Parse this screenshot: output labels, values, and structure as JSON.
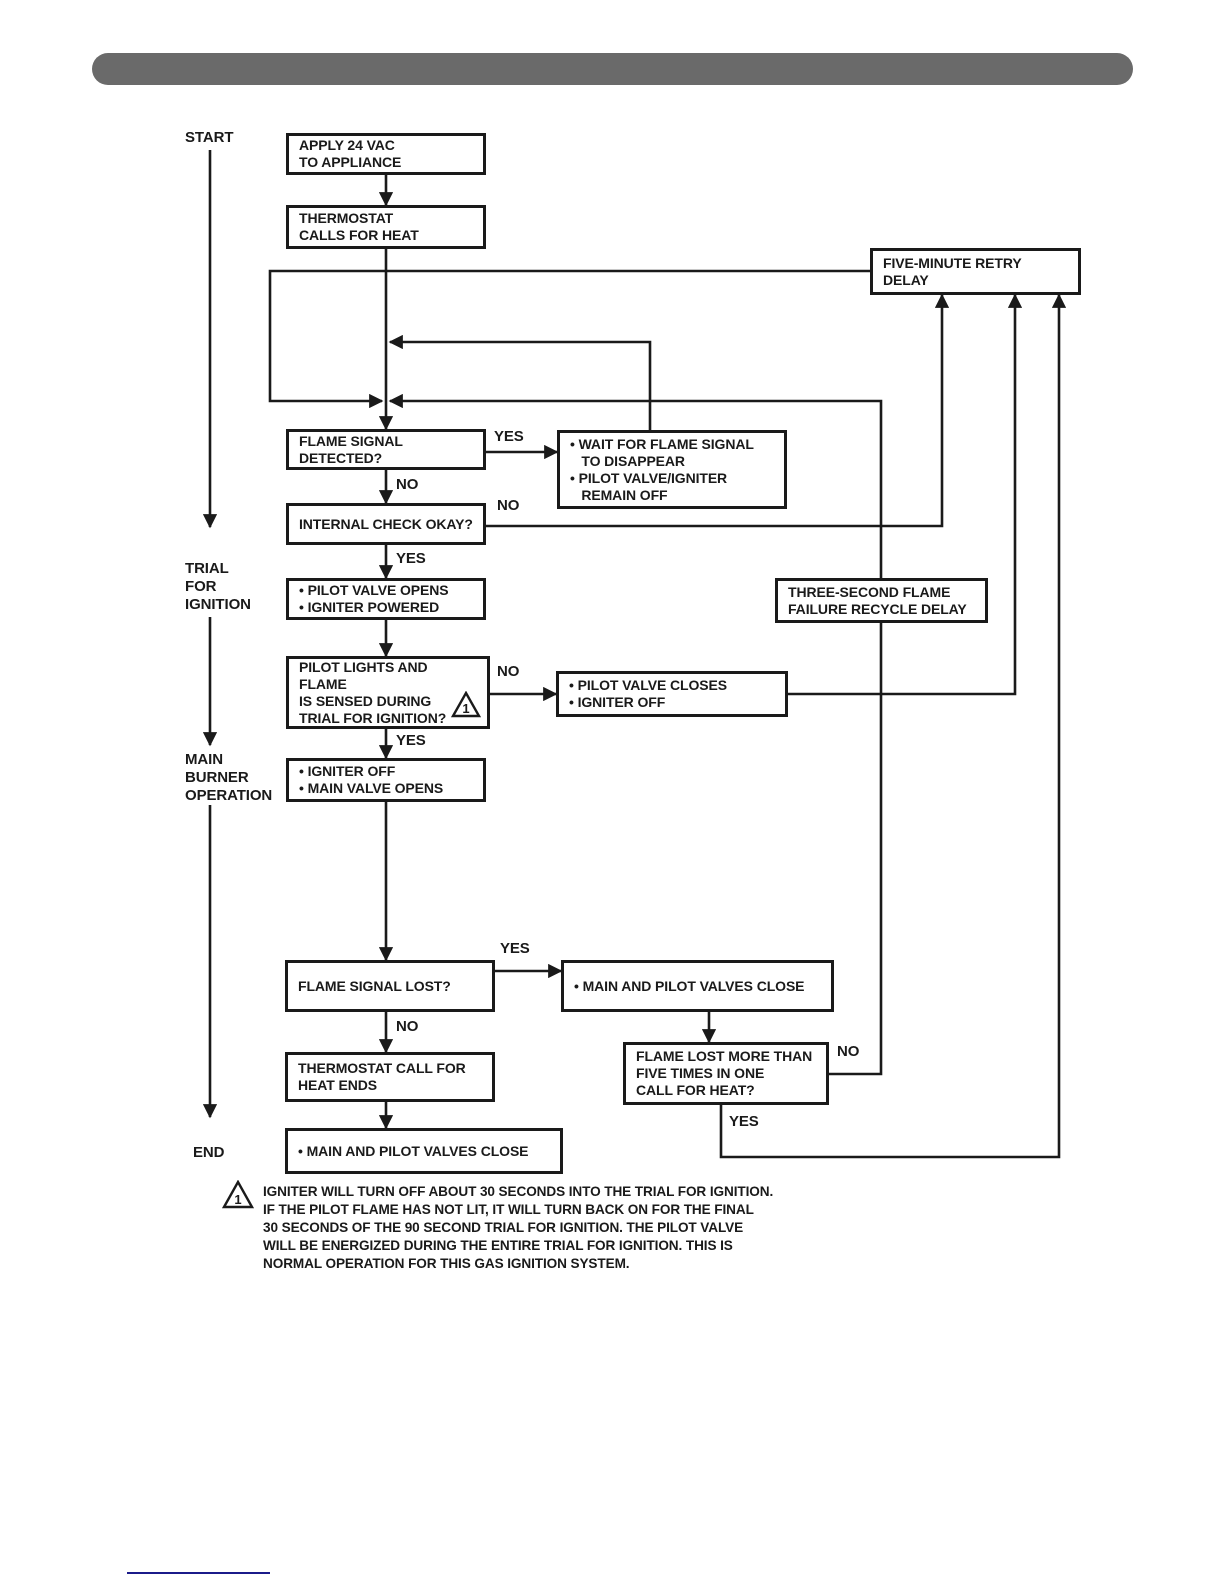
{
  "flowchart": {
    "side_labels": {
      "start": "START",
      "trial_for_ignition": "TRIAL\nFOR\nIGNITION",
      "main_burner_operation": "MAIN\nBURNER\nOPERATION",
      "end": "END"
    },
    "nodes": {
      "apply_24vac": "APPLY 24 VAC\nTO APPLIANCE",
      "thermostat_calls": "THERMOSTAT\nCALLS FOR HEAT",
      "five_minute_retry": "FIVE-MINUTE RETRY\nDELAY",
      "flame_signal_detected": "FLAME SIGNAL\nDETECTED?",
      "wait_flame_disappear": "• WAIT FOR FLAME SIGNAL\n   TO DISAPPEAR\n• PILOT VALVE/IGNITER\n   REMAIN OFF",
      "internal_check": "INTERNAL CHECK OKAY?",
      "pilot_valve_opens": "• PILOT VALVE OPENS\n• IGNITER POWERED",
      "three_second_recycle": "THREE-SECOND FLAME\nFAILURE RECYCLE DELAY",
      "pilot_lights": "PILOT LIGHTS AND FLAME\nIS SENSED DURING\nTRIAL FOR IGNITION?",
      "pilot_valve_closes": "• PILOT VALVE CLOSES\n• IGNITER OFF",
      "igniter_off_main_opens": "• IGNITER OFF\n• MAIN VALVE OPENS",
      "flame_signal_lost": "FLAME SIGNAL LOST?",
      "main_pilot_close_right": "• MAIN AND PILOT VALVES CLOSE",
      "flame_lost_five_times": "FLAME LOST MORE THAN\nFIVE TIMES IN ONE\nCALL FOR HEAT?",
      "thermostat_call_ends": "THERMOSTAT CALL FOR\nHEAT ENDS",
      "main_pilot_close_bottom": "• MAIN AND PILOT VALVES CLOSE"
    },
    "edge_labels": {
      "yes": "YES",
      "no": "NO"
    },
    "footnote": {
      "marker": "1",
      "text": "IGNITER WILL TURN OFF ABOUT 30 SECONDS INTO THE TRIAL FOR IGNITION.\nIF THE PILOT FLAME HAS NOT LIT, IT WILL TURN BACK ON FOR THE FINAL\n30 SECONDS OF THE 90 SECOND TRIAL FOR IGNITION. THE PILOT VALVE\nWILL BE ENERGIZED DURING THE ENTIRE TRIAL FOR IGNITION. THIS IS\nNORMAL OPERATION FOR THIS GAS IGNITION SYSTEM."
    },
    "colors": {
      "header_bar": "#6a6a6a",
      "line": "#1a1a1a",
      "footer_rule": "#1b1b8a"
    }
  }
}
